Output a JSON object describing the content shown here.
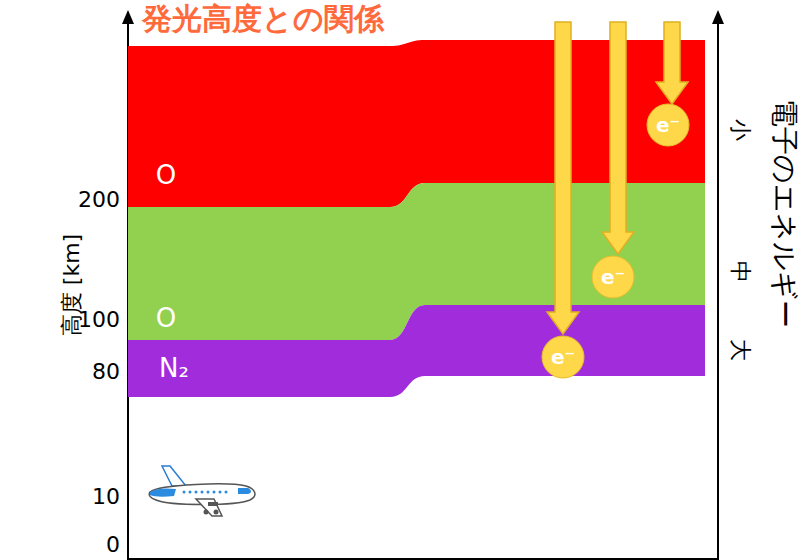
{
  "diagram": {
    "title": "発光高度との関係",
    "nodes": [
      {
        "text": [
          "O"
        ]
      },
      {
        "text": [
          "e⁻"
        ],
        "in": 0
      },
      {
        "text": [
          "O"
        ]
      },
      {
        "text": [
          "e⁻"
        ],
        "in": 2
      },
      {
        "text": [
          "N₂"
        ]
      },
      {
        "text": [
          "e⁻"
        ]
      }
    ],
    "labels": [
      "200",
      "100",
      "80",
      "10",
      "0",
      "高度 [km]",
      "小",
      "中",
      "大",
      "電子のエネルギー"
    ]
  }
}
